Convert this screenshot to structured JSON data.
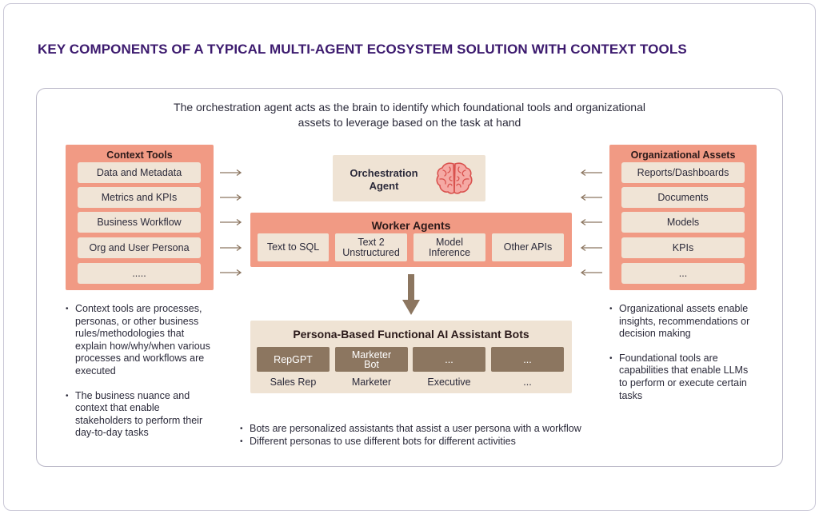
{
  "title": "KEY COMPONENTS OF A TYPICAL MULTI-AGENT ECOSYSTEM SOLUTION WITH CONTEXT TOOLS",
  "intro": "The orchestration agent acts as the brain to identify which foundational tools and organizational assets to leverage based on the task at hand",
  "context_tools": {
    "title": "Context Tools",
    "items": [
      "Data and Metadata",
      "Metrics and KPIs",
      "Business Workflow",
      "Org and User Persona",
      "....."
    ]
  },
  "org_assets": {
    "title": "Organizational Assets",
    "items": [
      "Reports/Dashboards",
      "Documents",
      "Models",
      "KPIs",
      "..."
    ]
  },
  "orchestration": {
    "label": "Orchestration\nAgent",
    "icon": "brain-icon"
  },
  "worker_agents": {
    "title": "Worker Agents",
    "items": [
      "Text to SQL",
      "Text 2\nUnstructured",
      "Model\nInference",
      "Other APIs"
    ]
  },
  "persona_bots": {
    "title": "Persona-Based Functional AI Assistant Bots",
    "bots": [
      {
        "name": "RepGPT",
        "persona": "Sales Rep"
      },
      {
        "name": "Marketer\nBot",
        "persona": "Marketer"
      },
      {
        "name": "...",
        "persona": "Executive"
      },
      {
        "name": "...",
        "persona": "..."
      }
    ]
  },
  "notes_left": [
    "Context tools are processes, personas, or other business rules/methodologies that explain how/why/when various processes and workflows are executed",
    "The business nuance and context that enable stakeholders to perform their day-to-day tasks"
  ],
  "notes_right": [
    "Organizational assets enable insights, recommendations or decision making",
    "Foundational tools are capabilities that enable LLMs to perform or execute certain tasks"
  ],
  "notes_center": [
    "Bots are personalized assistants that assist a user persona with a workflow",
    "Different personas to use different bots for different activities"
  ],
  "colors": {
    "title": "#3c1a6e",
    "salmon": "#f19a84",
    "beige": "#f0e4d6",
    "bot_brown": "#8c7660",
    "arrow_brown": "#8c7660"
  }
}
